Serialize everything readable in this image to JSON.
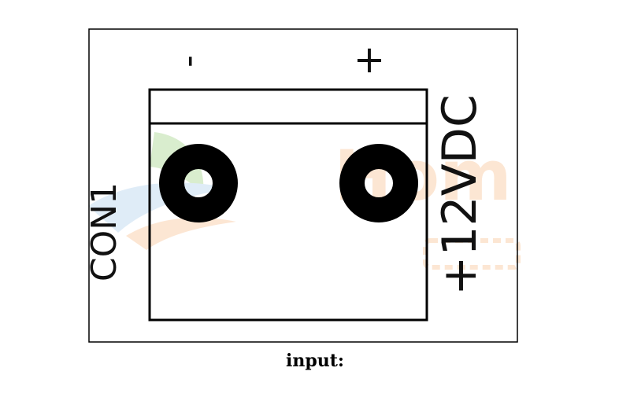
{
  "connector": {
    "designator": "CON1",
    "voltage_label": "+12VDC",
    "pin_labels": [
      "-",
      "+"
    ]
  },
  "watermark": {
    "text": "Hom"
  },
  "caption": "input:",
  "colors": {
    "ink": "#000000",
    "watermark_orange": "#f6a766",
    "watermark_green": "#7bbf52",
    "watermark_blue": "#8fbde6"
  }
}
